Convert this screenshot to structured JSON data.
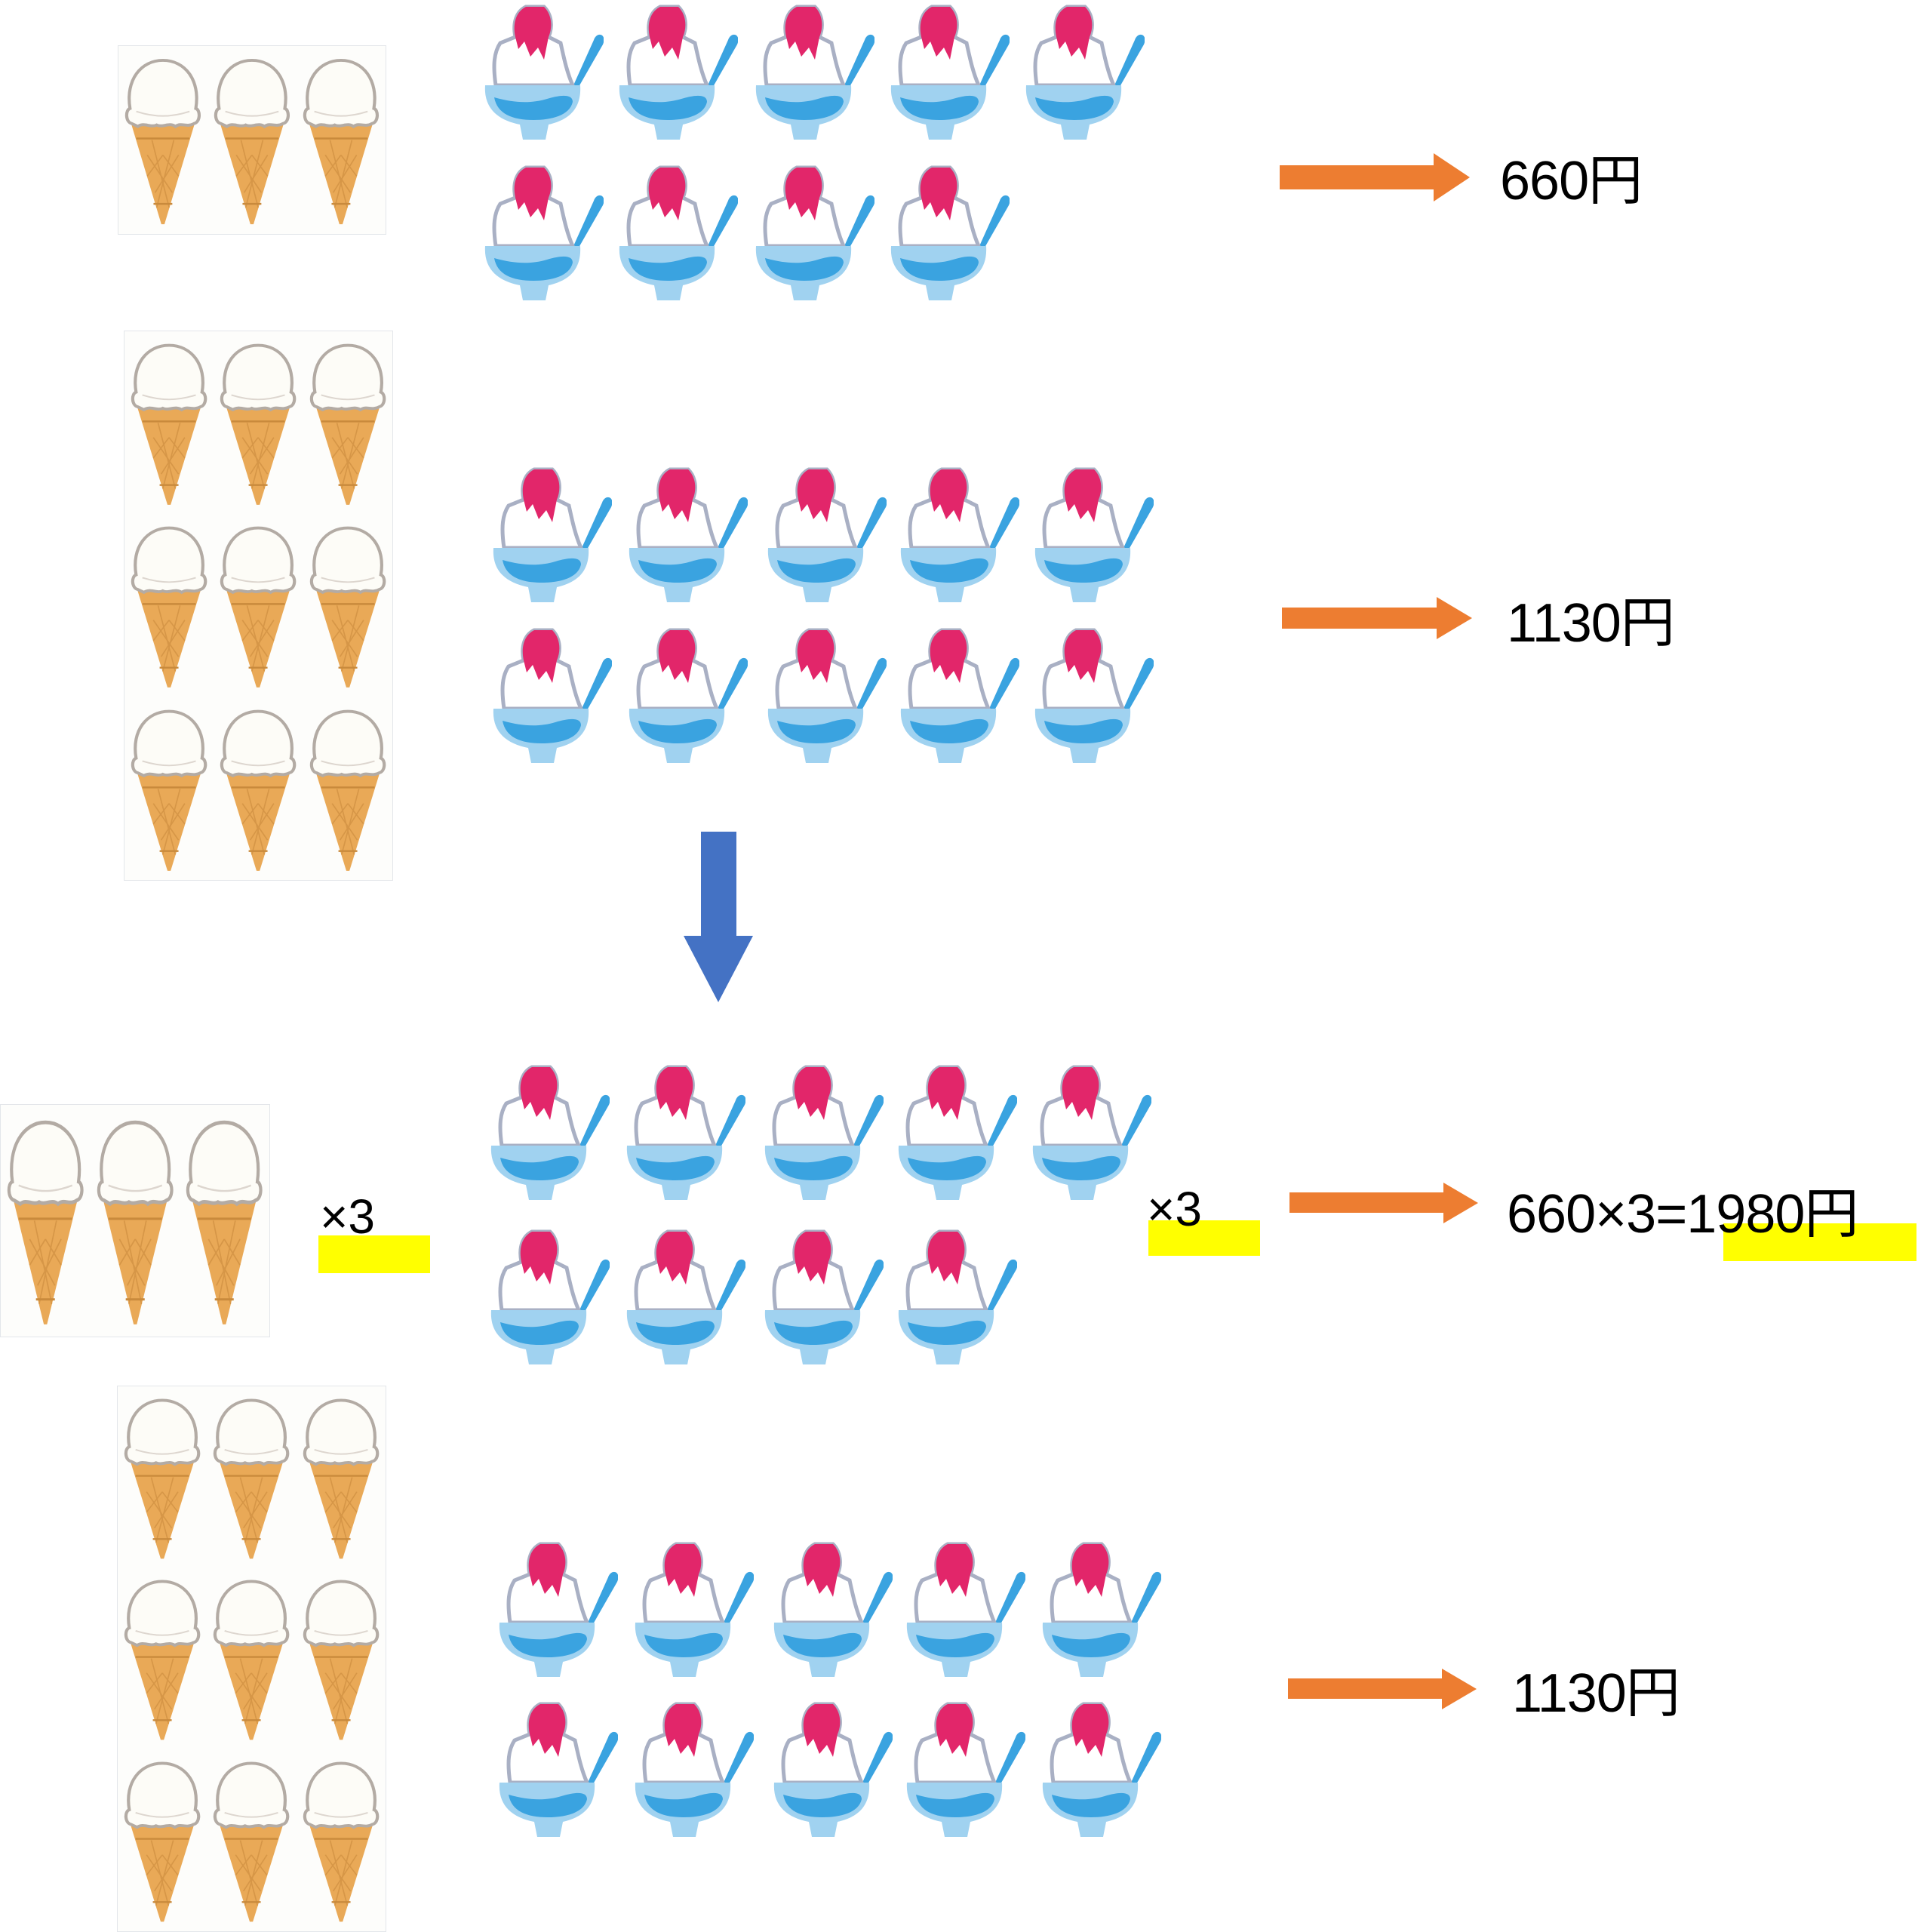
{
  "colors": {
    "orange_arrow": "#ed7d31",
    "blue_arrow": "#4472c4",
    "highlight": "#ffff00",
    "syrup": "#e2266a",
    "bowl_light": "#a0d2f0",
    "bowl_dark": "#3aa3e0",
    "cone": "#e9a957",
    "scoop": "#fdfcf7"
  },
  "icons": {
    "ice_cream_cone": "ice-cream-cone-icon",
    "shaved_ice": "shaved-ice-icon"
  },
  "groups": [
    {
      "id": "group-1",
      "ice_cream_count": 3,
      "shaved_ice_count": 9,
      "price": "660円"
    },
    {
      "id": "group-2",
      "ice_cream_count": 9,
      "shaved_ice_count": 10,
      "price": "1130円"
    },
    {
      "id": "group-3",
      "ice_cream_count": 3,
      "ice_cream_multiplier": "×3",
      "shaved_ice_count": 9,
      "shaved_ice_multiplier": "×3",
      "price": "660×3=1980円"
    },
    {
      "id": "group-4",
      "ice_cream_count": 9,
      "shaved_ice_count": 10,
      "price": "1130円"
    }
  ]
}
